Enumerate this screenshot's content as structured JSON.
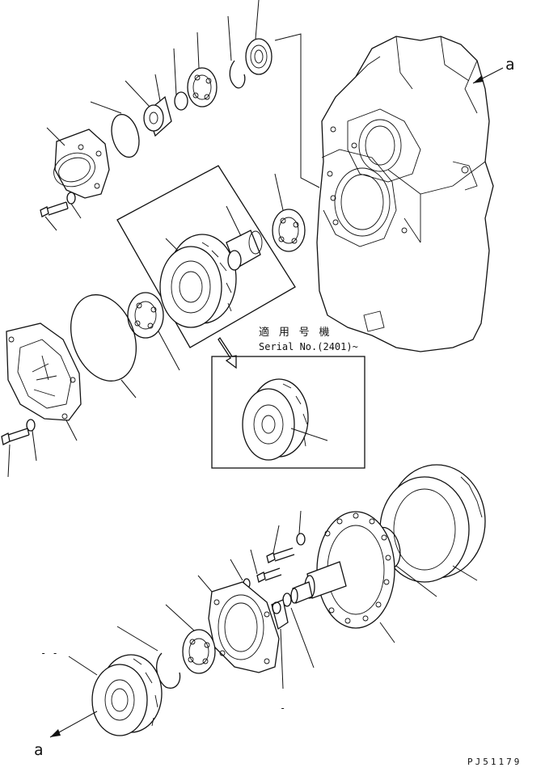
{
  "diagram": {
    "callout_a_top": "a",
    "callout_a_bottom": "a",
    "serial_label_line1": "適 用 号 機",
    "serial_label_line2": "Serial No.(2401)~",
    "figure_id": "PJ51179",
    "dash_mark_left": "- -",
    "dash_mark_bottom": "-"
  }
}
